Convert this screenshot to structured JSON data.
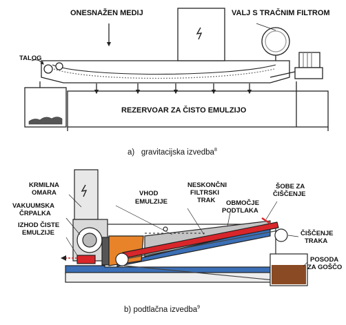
{
  "top": {
    "labels": {
      "contaminated_medium": "ONESNAŽEN MEDIJ",
      "roller_with_belt_filter": "VALJ S TRAČNIM FILTROM",
      "sludge": "TALOG",
      "clean_emulsion_tank": "REZERVOAR ZA ČISTO EMULZIJO"
    },
    "caption": {
      "letter": "a)",
      "text": "gravitacijska izvedba",
      "ref": "8"
    }
  },
  "bottom": {
    "labels": {
      "control_cabinet_1": "KRMILNA",
      "control_cabinet_2": "OMARA",
      "vacuum_pump_1": "VAKUUMSKA",
      "vacuum_pump_2": "ČRPALKA",
      "clean_emulsion_outlet_1": "IZHOD ČISTE",
      "clean_emulsion_outlet_2": "EMULZIJE",
      "emulsion_inlet_1": "VHOD",
      "emulsion_inlet_2": "EMULZIJE",
      "endless_filter_belt_1": "NESKONČNI",
      "endless_filter_belt_2": "FILTRSKI",
      "endless_filter_belt_3": "TRAK",
      "vacuum_zone_1": "OBMOČJE",
      "vacuum_zone_2": "PODTLAKA",
      "cleaning_nozzles_1": "ŠOBE ZA",
      "cleaning_nozzles_2": "ČIŠČENJE",
      "belt_cleaning_1": "ČIŠČENJE",
      "belt_cleaning_2": "TRAKA",
      "sludge_container_1": "POSODA",
      "sludge_container_2": "ZA GOŠČO"
    },
    "caption": {
      "letter": "b)",
      "text": "podtlačna izvedba",
      "ref": "9"
    }
  },
  "colors": {
    "line": "#222222",
    "blue": "#3b6fb6",
    "orange": "#e8832a",
    "red": "#d8262b",
    "sludge": "#8a4a24",
    "grey": "#c4c4c4",
    "light": "#eeeeee"
  }
}
